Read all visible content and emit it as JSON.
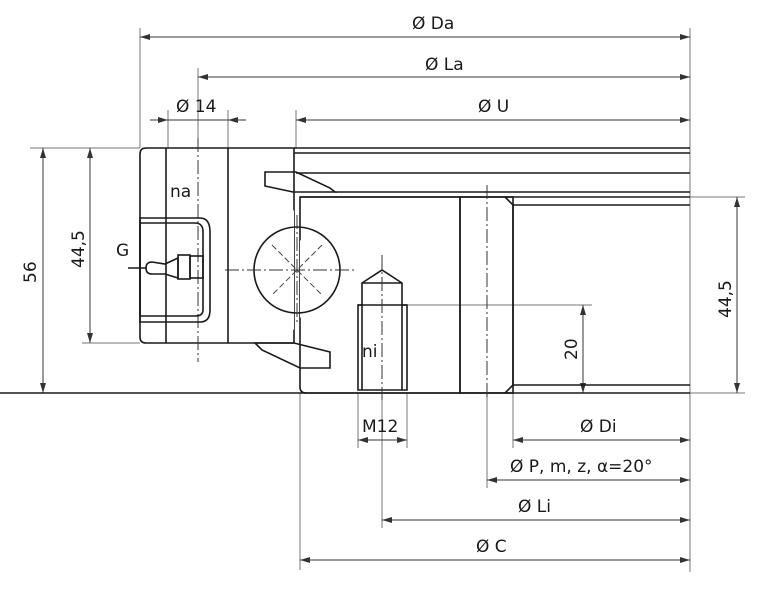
{
  "title": "Slewing bearing cross-section drawing",
  "dimensions": {
    "da": "Ø Da",
    "la": "Ø La",
    "bolt_hole": "Ø 14",
    "u": "Ø U",
    "outer_holes": "na",
    "grease_nipple": "G",
    "height_total": "56",
    "height_outer": "44,5",
    "height_inner": "44,5",
    "thread_depth": "20",
    "inner_holes": "ni",
    "thread": "M12",
    "di": "Ø Di",
    "pitch": "Ø P, m, z, α=20°",
    "li": "Ø Li",
    "c": "Ø C"
  }
}
